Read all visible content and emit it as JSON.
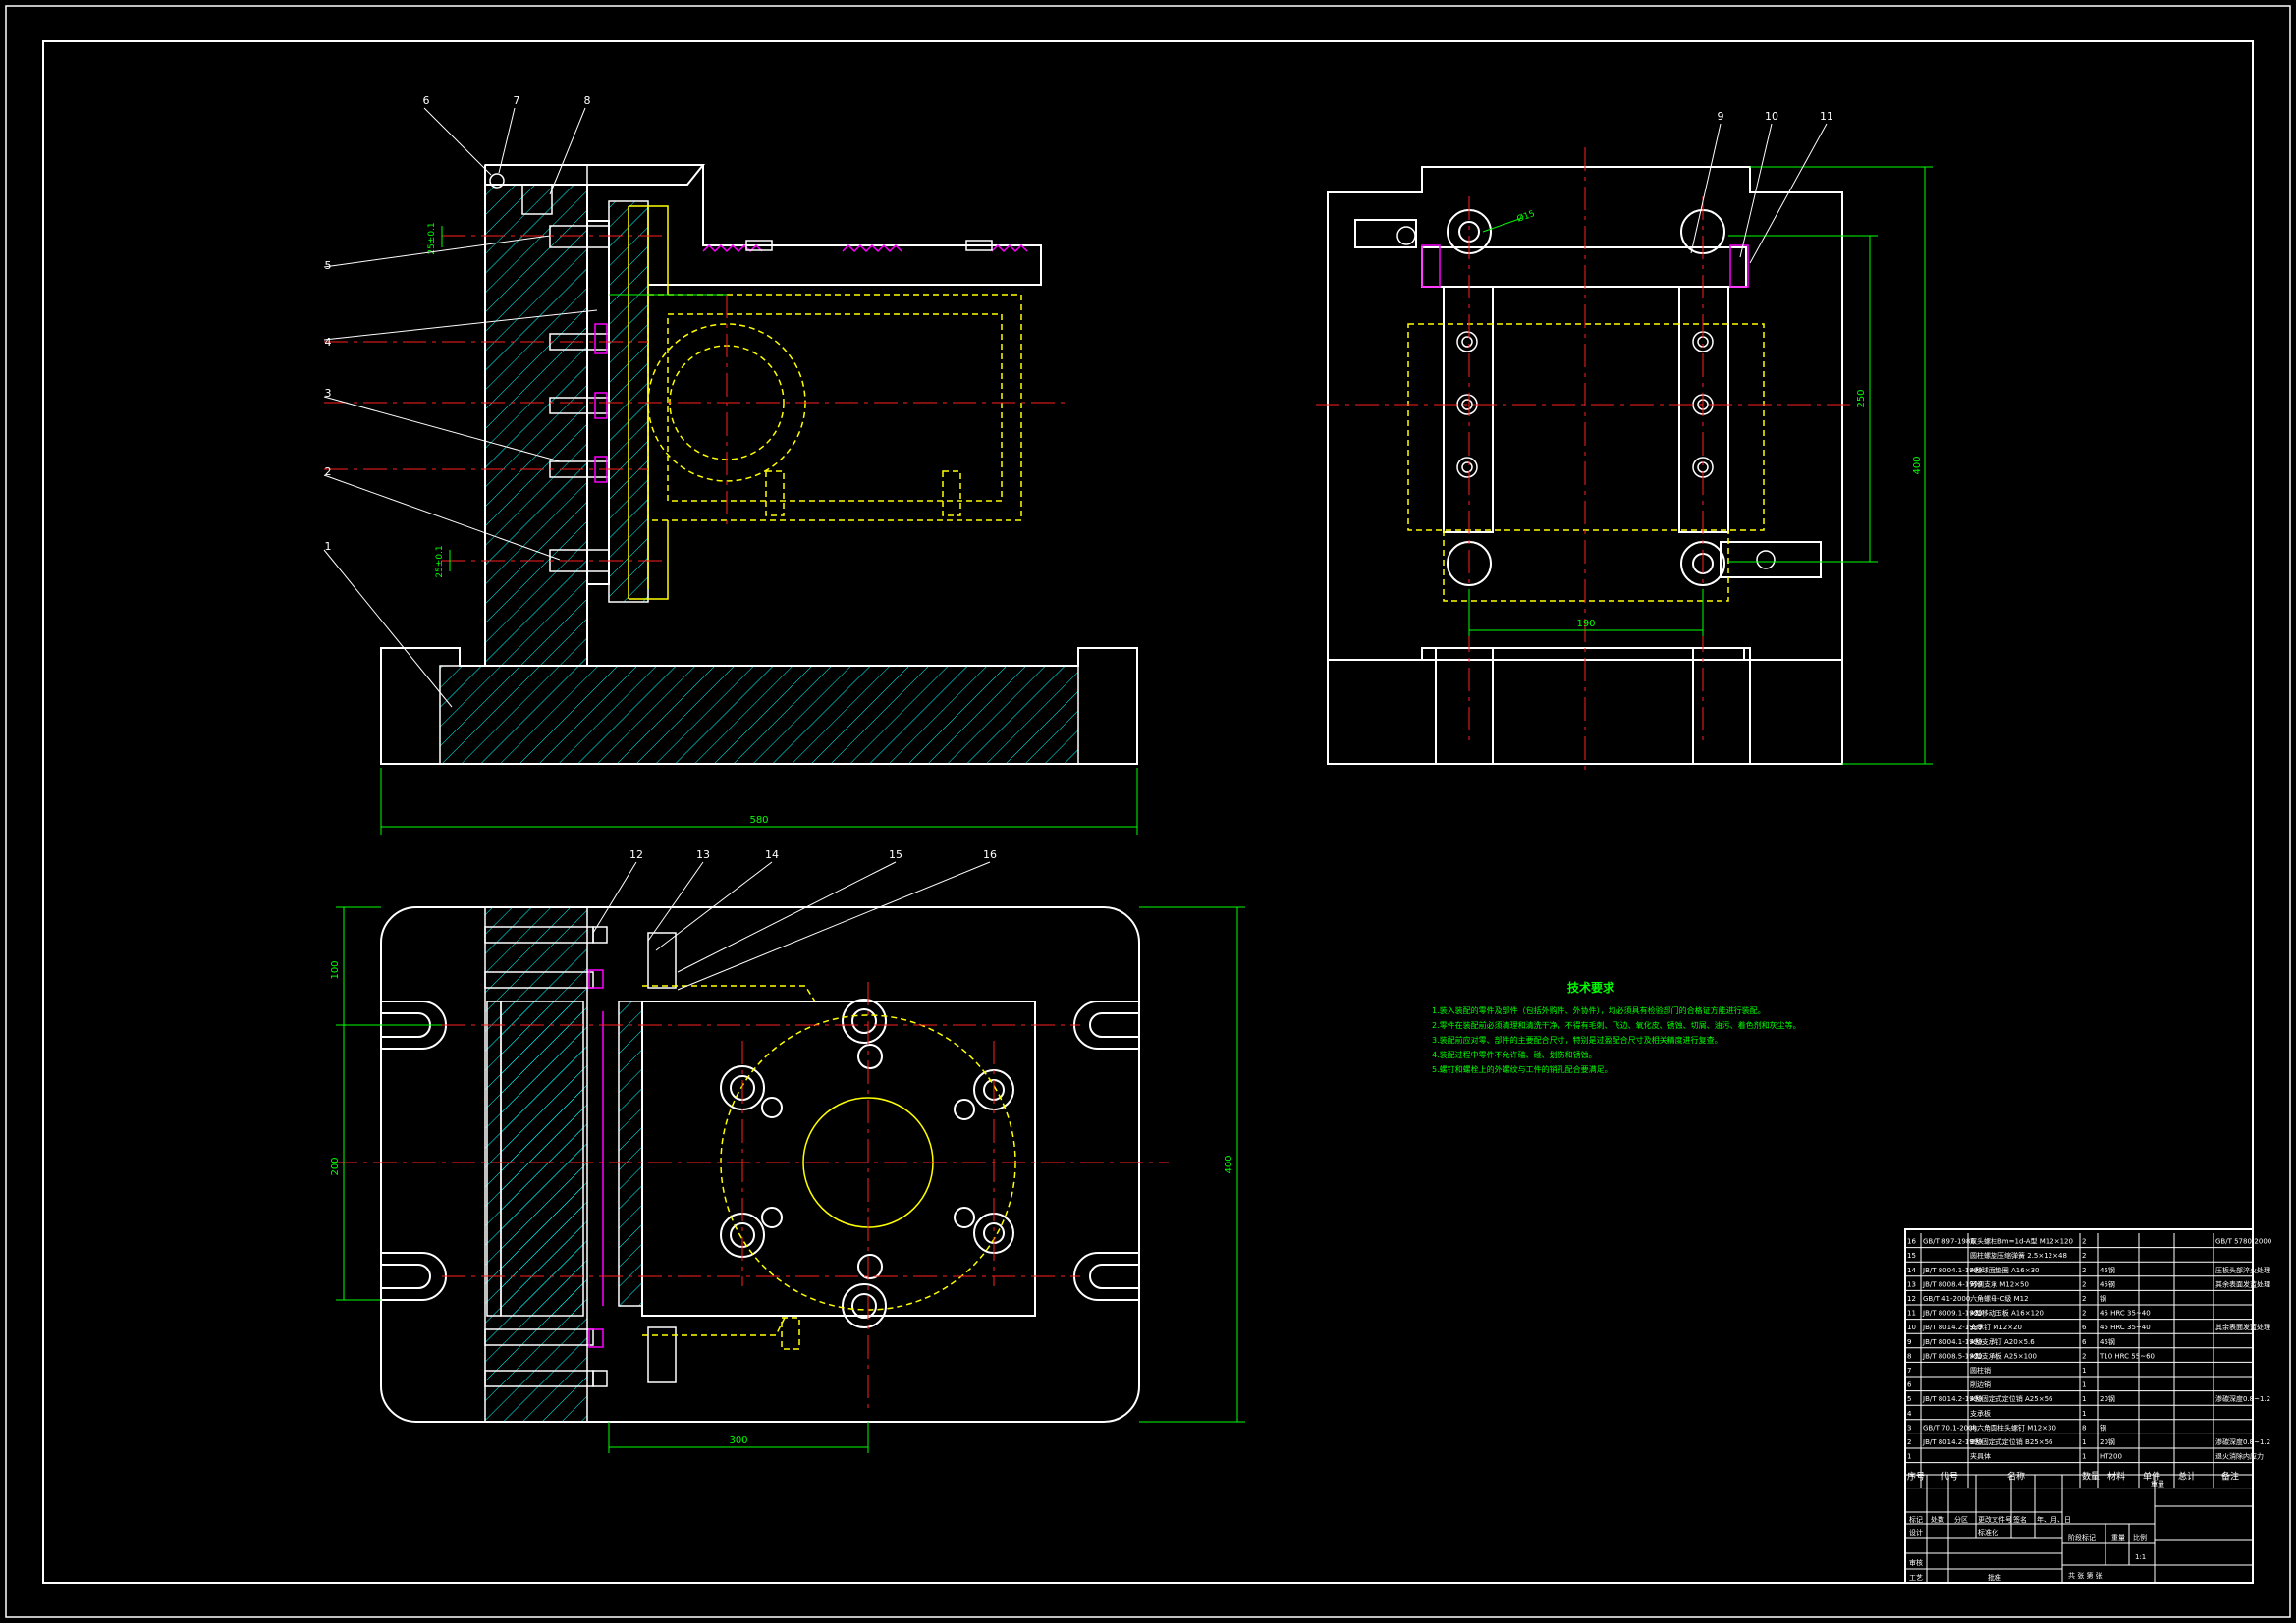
{
  "colors": {
    "background": "#000000",
    "outline": "#ffffff",
    "hidden": "#ffff00",
    "center": "#ff2020",
    "dimension": "#00ff00",
    "hatch": "#00ffff",
    "magenta": "#ff00ff",
    "note": "#00ff00"
  },
  "balloons": [
    "6",
    "7",
    "8",
    "5",
    "4",
    "3",
    "2",
    "1",
    "9",
    "10",
    "11",
    "12",
    "13",
    "14",
    "15",
    "16"
  ],
  "dimensions": {
    "base_length": "580",
    "right_height": "400",
    "right_inner": "250",
    "right_width": "190",
    "bottom_height": "400",
    "bottom_width": "300",
    "bottom_left_a": "100",
    "bottom_left_b": "200",
    "slot_top": "25±0.1",
    "slot_bottom": "25±0.1",
    "slot_9": "Ø15"
  },
  "notes": {
    "title": "技术要求",
    "lines": [
      "1.装入装配的零件及部件（包括外购件、外协件），均必须具有检验部门的合格证方能进行装配。",
      "2.零件在装配前必须清理和清洗干净，不得有毛刺、飞边、氧化皮、锈蚀、切屑、油污、着色剂和灰尘等。",
      "3.装配前应对零、部件的主要配合尺寸，特别是过盈配合尺寸及相关精度进行复查。",
      "4.装配过程中零件不允许磕、碰、划伤和锈蚀。",
      "5.螺钉和螺栓上的外螺纹与工件的销孔配合要满足。"
    ]
  },
  "bom": {
    "rows": [
      {
        "no": "16",
        "code": "GB/T 897-1988",
        "name": "双头螺柱Bm=1d-A型 M12×120",
        "qty": "2",
        "mat": "",
        "remark": "GB/T 5780-2000"
      },
      {
        "no": "15",
        "code": "",
        "name": "圆柱螺旋压缩弹簧 2.5×12×48",
        "qty": "2",
        "mat": "",
        "remark": ""
      },
      {
        "no": "14",
        "code": "JB/T 8004.1-1999",
        "name": "A型球面垫圈 A16×30",
        "qty": "2",
        "mat": "45钢",
        "remark": "压板头部淬火处理"
      },
      {
        "no": "13",
        "code": "JB/T 8008.4-1999",
        "name": "可调支承 M12×50",
        "qty": "2",
        "mat": "45钢",
        "remark": "其余表面发蓝处理"
      },
      {
        "no": "12",
        "code": "GB/T 41-2000",
        "name": "六角螺母-C级 M12",
        "qty": "2",
        "mat": "钢",
        "remark": ""
      },
      {
        "no": "11",
        "code": "JB/T 8009.1-1999",
        "name": "A型移动压板 A16×120",
        "qty": "2",
        "mat": "45 HRC 35~40",
        "remark": ""
      },
      {
        "no": "10",
        "code": "JB/T 8014.2-1999",
        "name": "支承钉 M12×20",
        "qty": "6",
        "mat": "45 HRC 35~40",
        "remark": "其余表面发蓝处理"
      },
      {
        "no": "9",
        "code": "JB/T 8004.1-1999",
        "name": "A型支承钉 A20×5.6",
        "qty": "6",
        "mat": "45钢",
        "remark": ""
      },
      {
        "no": "8",
        "code": "JB/T 8008.5-1999",
        "name": "A型支承板 A25×100",
        "qty": "2",
        "mat": "T10 HRC 55~60",
        "remark": ""
      },
      {
        "no": "7",
        "code": "",
        "name": "圆柱销",
        "qty": "1",
        "mat": "",
        "remark": ""
      },
      {
        "no": "6",
        "code": "",
        "name": "削边销",
        "qty": "1",
        "mat": "",
        "remark": ""
      },
      {
        "no": "5",
        "code": "JB/T 8014.2-1999",
        "name": "A型固定式定位销 A25×56",
        "qty": "1",
        "mat": "20钢",
        "remark": "渗碳深度0.8~1.2"
      },
      {
        "no": "4",
        "code": "",
        "name": "支承板",
        "qty": "1",
        "mat": "",
        "remark": ""
      },
      {
        "no": "3",
        "code": "GB/T 70.1-2008",
        "name": "内六角圆柱头螺钉 M12×30",
        "qty": "8",
        "mat": "钢",
        "remark": ""
      },
      {
        "no": "2",
        "code": "JB/T 8014.2-1999",
        "name": "B型固定式定位销 B25×56",
        "qty": "1",
        "mat": "20钢",
        "remark": "渗碳深度0.8~1.2"
      },
      {
        "no": "1",
        "code": "",
        "name": "夹具体",
        "qty": "1",
        "mat": "HT200",
        "remark": "退火消除内应力"
      }
    ],
    "header": {
      "no": "序号",
      "code": "代号",
      "name": "名称",
      "qty": "数量",
      "mat": "材料",
      "unit": "单件",
      "total": "总计",
      "weight": "重量",
      "remark": "备注"
    }
  },
  "title_block": {
    "labels": [
      "标记",
      "处数",
      "分区",
      "更改文件号",
      "签名",
      "年、月、日"
    ],
    "design": "设计",
    "standard": "标准化",
    "review": "审核",
    "process": "工艺",
    "approve": "批准",
    "stage": "阶段标记",
    "weight": "重量",
    "scale": "比例",
    "scale_value": "1:1",
    "sheet": "共 张 第 张"
  }
}
